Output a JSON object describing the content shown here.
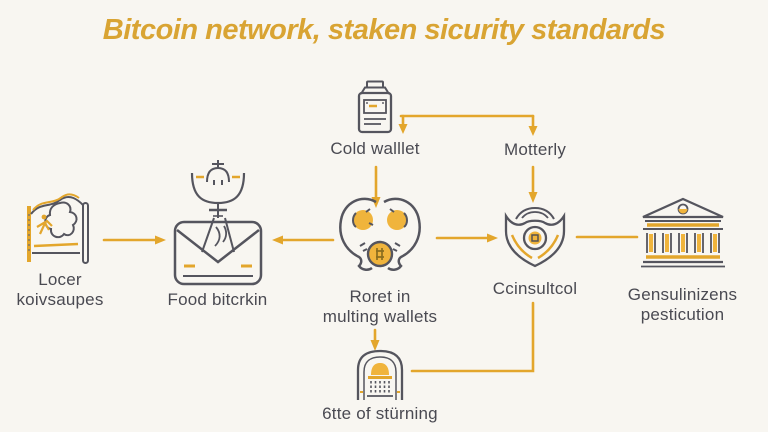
{
  "title": "Bitcoin network, staken sicurity standards",
  "colors": {
    "background": "#f8f6f1",
    "accent_gold": "#e3a62c",
    "icon_gold_fill": "#f0b43c",
    "title_gold": "#d9a433",
    "outline_gray": "#55555e",
    "label_text": "#4a4a52"
  },
  "nodes": {
    "map": {
      "label": "Locer\nkoivsaupes",
      "icon": "map-icon"
    },
    "relay": {
      "label": "Food bitcrkin",
      "icon": "satellite-envelope-icon"
    },
    "cold_wallet": {
      "label": "Cold walllet",
      "icon": "jar-icon"
    },
    "motterly": {
      "label": "Motterly"
    },
    "multisig": {
      "label": "Roret in\nmulting wallets",
      "icon": "coins-circle-icon"
    },
    "custody": {
      "label": "Ccinsultcol",
      "icon": "shield-icon"
    },
    "bank": {
      "label": "Gensulinizens\npesticution",
      "icon": "bank-icon"
    },
    "vault": {
      "label": "6tte of stürning",
      "icon": "arch-vault-icon"
    }
  },
  "connectors": [
    {
      "from": "map",
      "to": "relay",
      "type": "arrow"
    },
    {
      "from": "multisig",
      "to": "relay",
      "type": "arrow"
    },
    {
      "from": "cold_wallet_icon",
      "to": "cold_wallet_label",
      "type": "arrow"
    },
    {
      "from": "cold_wallet_icon",
      "to": "motterly",
      "type": "arrow"
    },
    {
      "from": "cold_wallet_label",
      "to": "multisig",
      "type": "arrow"
    },
    {
      "from": "motterly",
      "to": "custody",
      "type": "arrow"
    },
    {
      "from": "multisig",
      "to": "custody",
      "type": "arrow"
    },
    {
      "from": "custody",
      "to": "bank",
      "type": "line"
    },
    {
      "from": "multisig_label",
      "to": "vault",
      "type": "arrow"
    },
    {
      "from": "vault",
      "to": "custody",
      "type": "elbow-line"
    }
  ]
}
